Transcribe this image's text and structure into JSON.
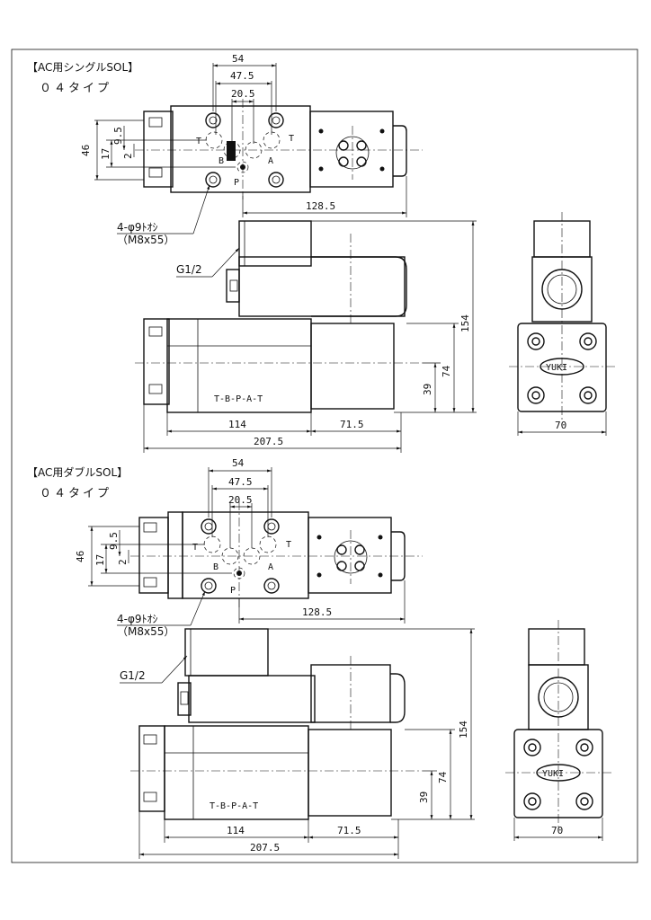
{
  "sections": [
    {
      "title": "【AC用シングルSOL】",
      "subtitle": "０４タイプ",
      "dims": {
        "d54": "54",
        "d47_5": "47.5",
        "d20_5": "20.5",
        "d46": "46",
        "d17": "17",
        "d9_5": "9.5",
        "d2": "2",
        "d128_5": "128.5",
        "d154": "154",
        "d74": "74",
        "d39": "39",
        "d114": "114",
        "d71_5": "71.5",
        "d207_5": "207.5",
        "d70": "70"
      },
      "ports": {
        "t1": "T",
        "t2": "T",
        "b": "B",
        "a": "A",
        "p": "P"
      },
      "bolt_note": "4-φ9ﾄｵｼ",
      "bolt_spec": "（M8x55）",
      "conduit": "G1/2",
      "port_sequence": "T-B-P-A-T",
      "brand": "YUKI"
    },
    {
      "title": "【AC用ダブルSOL】",
      "subtitle": "０４タイプ",
      "dims": {
        "d54": "54",
        "d47_5": "47.5",
        "d20_5": "20.5",
        "d46": "46",
        "d17": "17",
        "d9_5": "9.5",
        "d2": "2",
        "d128_5": "128.5",
        "d154": "154",
        "d74": "74",
        "d39": "39",
        "d114": "114",
        "d71_5": "71.5",
        "d207_5": "207.5",
        "d70": "70"
      },
      "ports": {
        "t1": "T",
        "t2": "T",
        "b": "B",
        "a": "A",
        "p": "P"
      },
      "bolt_note": "4-φ9ﾄｵｼ",
      "bolt_spec": "（M8x55）",
      "conduit": "G1/2",
      "port_sequence": "T-B-P-A-T",
      "brand": "YUKI"
    }
  ]
}
